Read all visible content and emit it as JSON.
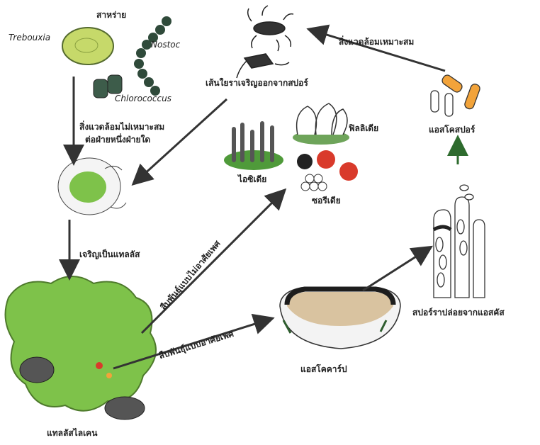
{
  "labels": {
    "algae_heading": "สาหร่าย",
    "trebouxia": "Trebouxia",
    "nostoc": "Nostoc",
    "chlorococcus": "Chlorococcus",
    "hypha_from_spore": "เส้นใยราเจริญออกจากสปอร์",
    "env_suitable": "สิ่งแวดล้อมเหมาะสม",
    "ascospore": "แอสโคสปอร์",
    "env_unsuitable_line1": "สิ่งแวดล้อมไม่เหมาะสม",
    "env_unsuitable_line2": "ต่อฝ่ายหนึ่งฝ่ายใด",
    "phyllidia": "ฟิลลิเดีย",
    "isidia": "ไอซิเดีย",
    "soredia": "ซอรีเดีย",
    "develop_thallus": "เจริญเป็นแทลลัส",
    "asexual": "สืบพันธุ์แบบไม่อาศัยเพศ",
    "sexual": "สืบพันธุ์แบบอาศัยเพศ",
    "spore_release": "สปอร์ราปล่อยจากแอสคัส",
    "ascocarp": "แอสโคคาร์ป",
    "lichen_thallus": "แทลลัสไลเคน"
  },
  "colors": {
    "algae_green": "#c6d96a",
    "dark_green": "#2f4a3a",
    "lichen_green": "#7ec24a",
    "spore_orange": "#f2a33a",
    "soredia_red": "#d93a2b",
    "arrow": "#3a3a3a",
    "arrow_green": "#2e6b2e"
  }
}
